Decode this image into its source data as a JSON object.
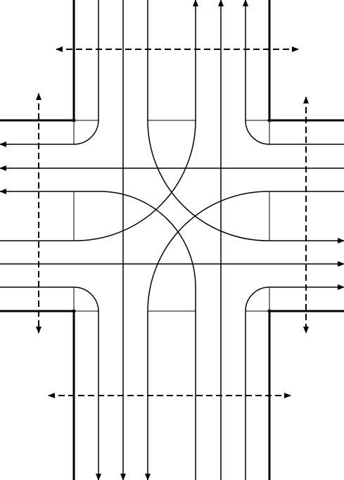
{
  "diagram": {
    "type": "intersection-traffic-flow",
    "colors": {
      "background": "#ffffff",
      "stroke": "#000000"
    },
    "legs": [
      "north",
      "south",
      "east",
      "west"
    ],
    "vehicle_movements": {
      "north_approach_southbound": [
        "right-turn-to-west",
        "through-southbound",
        "left-turn-to-east"
      ],
      "south_approach_northbound": [
        "left-turn-to-west",
        "through-northbound",
        "right-turn-to-east"
      ],
      "east_approach_westbound": [
        "right-turn-to-north",
        "through-westbound",
        "left-turn-to-south"
      ],
      "west_approach_eastbound": [
        "left-turn-to-north",
        "through-eastbound",
        "right-turn-to-south"
      ]
    },
    "pedestrian_crossings": [
      "north-crosswalk",
      "south-crosswalk",
      "west-crosswalk",
      "east-crosswalk"
    ],
    "pedestrian_style": "dashed-two-way-arrow",
    "vehicle_style": "solid-one-way-arrow"
  }
}
